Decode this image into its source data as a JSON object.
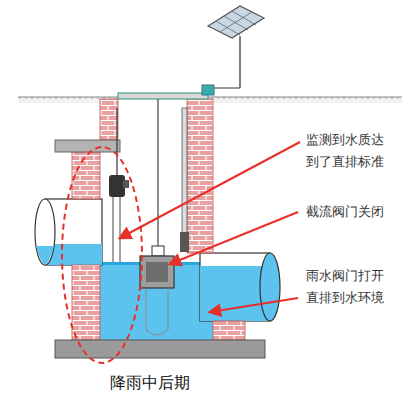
{
  "diagram": {
    "caption": "降雨中后期",
    "labels": [
      "监测到水质达到了直排标准",
      "截流阀门关闭",
      "雨水阀门打开直排到水环境"
    ]
  }
}
